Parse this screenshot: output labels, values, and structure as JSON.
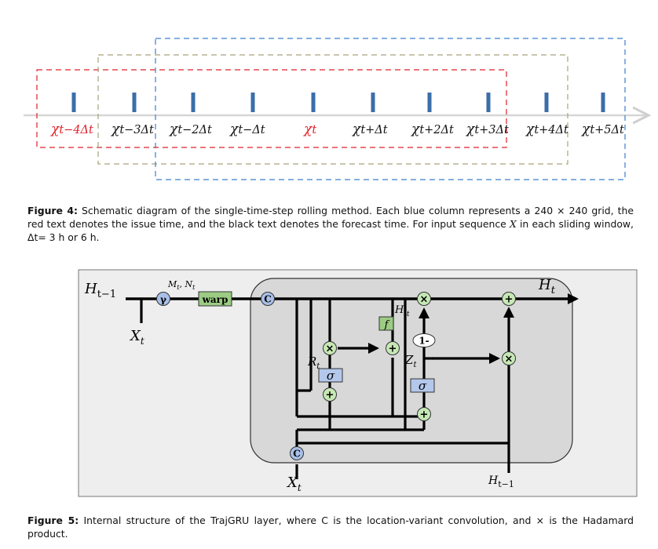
{
  "figure4": {
    "labels": [
      {
        "x": "X",
        "sub": "t−4Δt",
        "color": "red"
      },
      {
        "x": "X",
        "sub": "t−3Δt",
        "color": "black"
      },
      {
        "x": "X",
        "sub": "t−2Δt",
        "color": "black"
      },
      {
        "x": "X",
        "sub": "t−Δt",
        "color": "black"
      },
      {
        "x": "X",
        "sub": "t",
        "color": "red"
      },
      {
        "x": "X",
        "sub": "t+Δt",
        "color": "black"
      },
      {
        "x": "X",
        "sub": "t+2Δt",
        "color": "black"
      },
      {
        "x": "X",
        "sub": "t+3Δt",
        "color": "black"
      },
      {
        "x": "X",
        "sub": "t+4Δt",
        "color": "black"
      },
      {
        "x": "X",
        "sub": "t+5Δt",
        "color": "black"
      }
    ],
    "caption": {
      "label": "Figure 4:",
      "text_a": " Schematic diagram of the single-time-step rolling method. Each blue column represents a 240 × 240 grid, the red text denotes the issue time, and the black text denotes the forecast time. For input sequence ",
      "var": "X",
      "text_b": " in each sliding window, Δt= 3 h or 6 h."
    }
  },
  "figure5": {
    "h_prev": "H",
    "h_prev_sub": "t−1",
    "h_out": "H",
    "h_out_sub": "t",
    "x_in": "X",
    "x_in_sub": "t",
    "x_bottom": "X",
    "x_bottom_sub": "t",
    "h_bottom": "H",
    "h_bottom_sub": "t−1",
    "gamma": "γ",
    "mn_label": "M",
    "mn_sub1": "t",
    "mn_comma": ", N",
    "mn_sub2": "t",
    "warp": "warp",
    "c_label": "C",
    "f_label": "f",
    "sigma": "σ",
    "one_minus": "1-",
    "r_label": "R",
    "r_sub": "t",
    "z_label": "Z",
    "z_sub": "t",
    "hcand_label": "H'",
    "hcand_sub": "t",
    "times": "×",
    "plus": "+",
    "caption": {
      "label": "Figure 5:",
      "text": " Internal structure of the TrajGRU layer, where C is the location-variant convolution, and × is the Hadamard product."
    },
    "colors": {
      "panel": "#eeeeee",
      "cell": "#d8d8d8",
      "node_green": "#c6e8b5",
      "node_blue": "#a8c0e8",
      "warp_box": "#9ccc84",
      "sigma_box": "#b4c8ec"
    }
  },
  "colors": {
    "red_box": "#e0202a",
    "olive_box": "#a8a47a",
    "blue_box": "#3a7fd0",
    "tick": "#3a6ea8",
    "axis": "#d8d8d8"
  }
}
